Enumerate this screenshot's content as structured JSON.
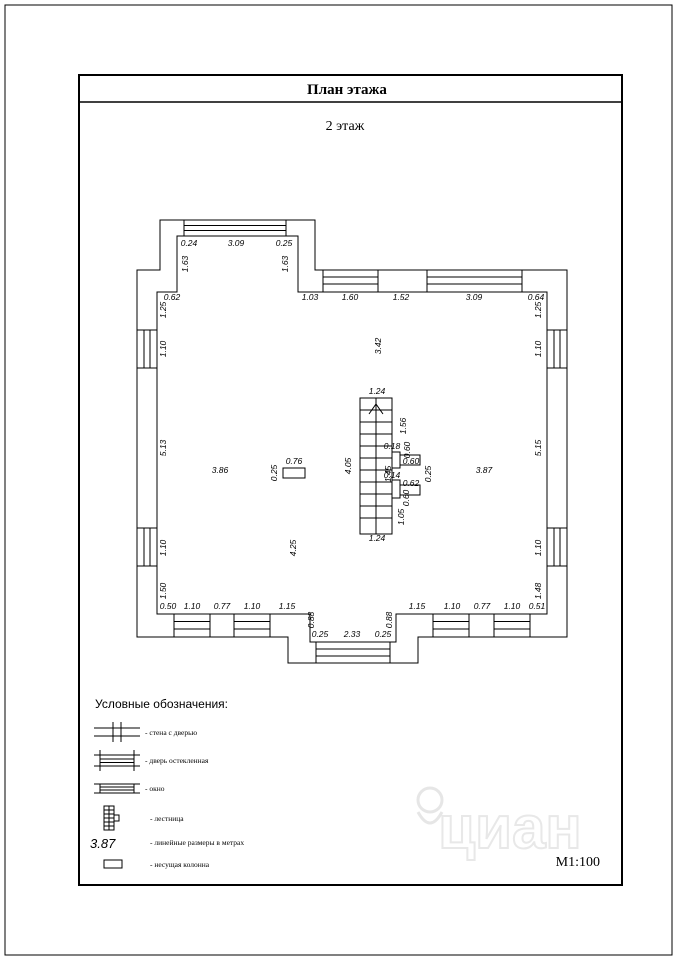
{
  "title": "План этажа",
  "floor": "2 этаж",
  "dimensions": {
    "d1": "0.24",
    "d2": "3.09",
    "d3": "0.25",
    "d4": "1.63",
    "d5": "1.63",
    "d6": "0.62",
    "d7": "1.03",
    "d8": "1.60",
    "d9": "1.52",
    "d10": "3.09",
    "d11": "0.64",
    "d12": "1.25",
    "d13": "1.25",
    "d14": "1.10",
    "d15": "1.10",
    "d16": "3.42",
    "d17": "1.24",
    "d18": "1.56",
    "d19": "0.18",
    "d20": "0.60",
    "d21": "0.60",
    "d22": "0.25",
    "d23": "5.13",
    "d24": "5.15",
    "d25": "3.86",
    "d26": "0.25",
    "d27": "0.76",
    "d28": "4.05",
    "d29": "1.45",
    "d30": "3.87",
    "d31": "0.14",
    "d32": "0.62",
    "d33": "0.60",
    "d34": "1.05",
    "d35": "1.24",
    "d36": "4.25",
    "d37": "1.10",
    "d38": "1.10",
    "d39": "1.50",
    "d40": "1.48",
    "d41": "0.50",
    "d42": "1.10",
    "d43": "0.77",
    "d44": "1.10",
    "d45": "1.15",
    "d46": "0.88",
    "d47": "0.88",
    "d48": "1.15",
    "d49": "1.10",
    "d50": "0.77",
    "d51": "1.10",
    "d52": "0.51",
    "d53": "0.25",
    "d54": "2.33",
    "d55": "0.25"
  },
  "legend": {
    "heading": "Условные обозначения:",
    "items": [
      {
        "label": "- стена с дверью"
      },
      {
        "label": "- дверь остекленная"
      },
      {
        "label": "- окно"
      },
      {
        "label": "- лестница"
      },
      {
        "sample": "3.87",
        "label": "- линейные размеры в метрах"
      },
      {
        "label": "- несущая колонна"
      }
    ]
  },
  "scale": "М1:100",
  "watermark": "циан",
  "colors": {
    "line": "#000000",
    "paper": "#ffffff",
    "watermark": "#e6e6e6"
  }
}
